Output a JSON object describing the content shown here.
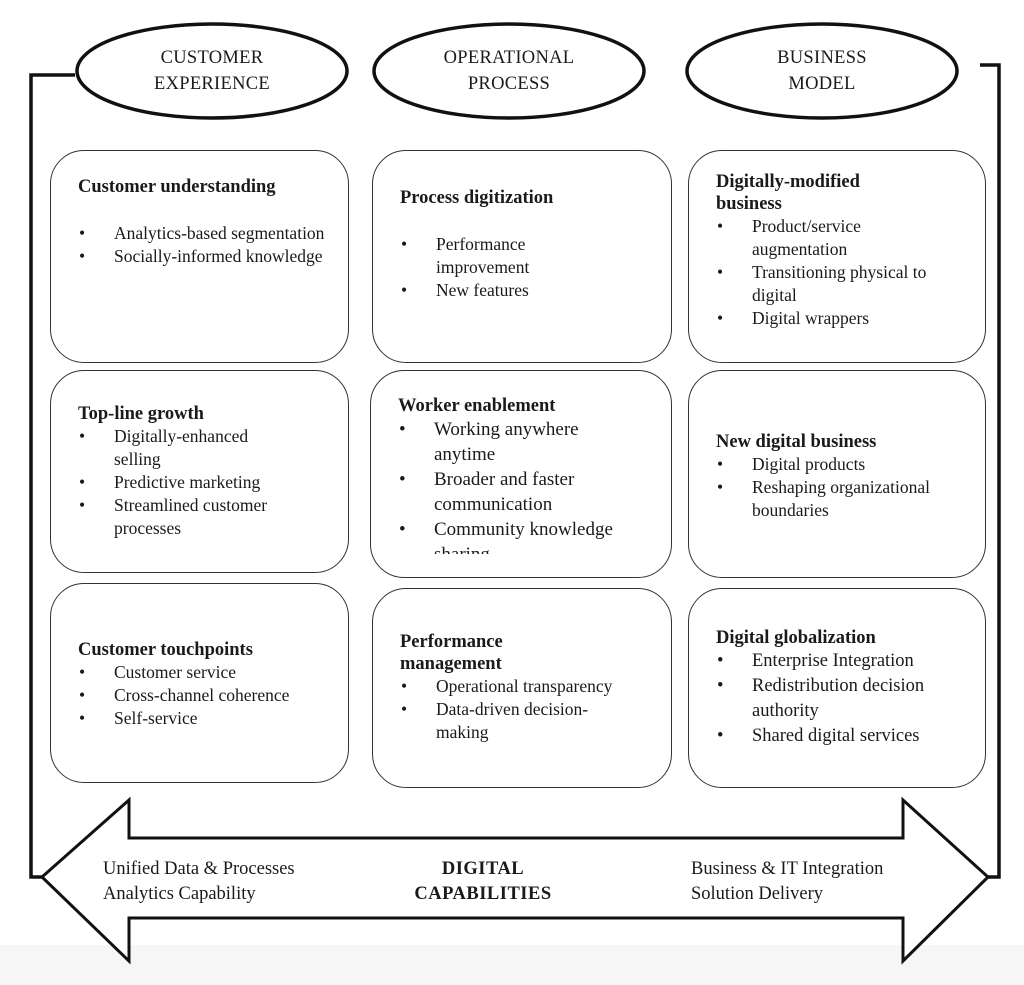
{
  "headers": [
    {
      "line1": "CUSTOMER",
      "line2": "EXPERIENCE"
    },
    {
      "line1": "OPERATIONAL",
      "line2": "PROCESS"
    },
    {
      "line1": "BUSINESS",
      "line2": "MODEL"
    }
  ],
  "cards": [
    {
      "title": "Customer understanding",
      "items": [
        "Analytics-based segmentation",
        "Socially-informed knowledge"
      ]
    },
    {
      "title": "Process digitization",
      "items": [
        "Performance improvement",
        "New features"
      ]
    },
    {
      "title": "Digitally-modified business",
      "items": [
        "Product/service augmentation",
        "Transitioning physical to digital",
        "Digital wrappers"
      ]
    },
    {
      "title": "Top-line growth",
      "items": [
        "Digitally-enhanced selling",
        "Predictive marketing",
        "Streamlined customer processes"
      ]
    },
    {
      "title": "Worker enablement",
      "items": [
        "Working anywhere anytime",
        "Broader and faster communication",
        "Community knowledge sharing"
      ]
    },
    {
      "title": "New digital business",
      "items": [
        "Digital products",
        "Reshaping organizational boundaries"
      ]
    },
    {
      "title": "Customer touchpoints",
      "items": [
        "Customer service",
        "Cross-channel coherence",
        "Self-service"
      ]
    },
    {
      "title": "Performance management",
      "items": [
        "Operational transparency",
        "Data-driven decision-making"
      ]
    },
    {
      "title": "Digital globalization",
      "items": [
        "Enterprise Integration",
        "Redistribution decision authority",
        "Shared digital services"
      ]
    }
  ],
  "arrow": {
    "left": [
      "Unified Data & Processes",
      "Analytics Capability"
    ],
    "center": [
      "DIGITAL",
      "CAPABILITIES"
    ],
    "right": [
      "Business & IT Integration",
      "Solution Delivery"
    ]
  }
}
